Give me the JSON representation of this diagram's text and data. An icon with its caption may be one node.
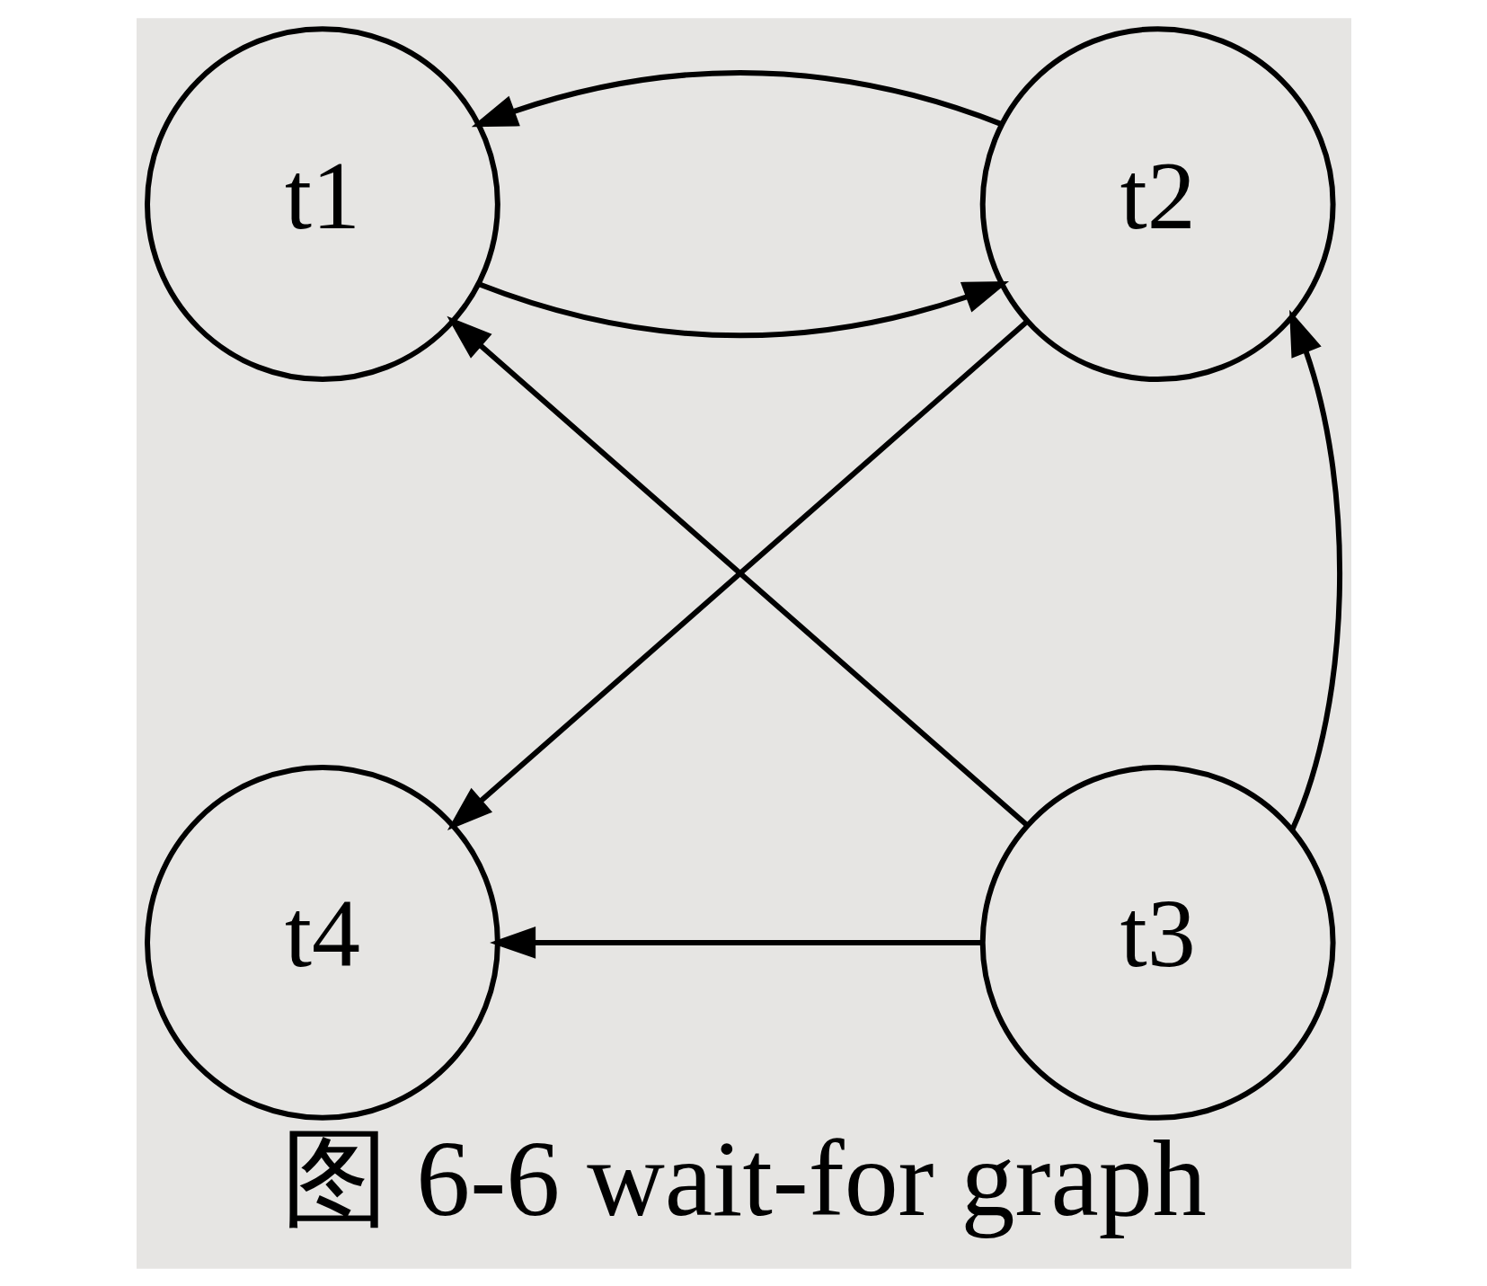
{
  "diagram": {
    "caption": "图 6-6 wait-for graph",
    "nodes": [
      {
        "text": [
          "t1"
        ]
      },
      {
        "text": [
          "t2"
        ]
      },
      {
        "text": [
          "t4"
        ]
      },
      {
        "text": [
          "t3"
        ]
      }
    ],
    "edges": [
      {
        "from": 0,
        "to": 1,
        "arrow": "to"
      },
      {
        "from": 1,
        "to": 0,
        "arrow": "to"
      },
      {
        "from": 3,
        "to": 0,
        "arrow": "to"
      },
      {
        "from": 1,
        "to": 2,
        "arrow": "to"
      },
      {
        "from": 3,
        "to": 1,
        "arrow": "to"
      },
      {
        "from": 3,
        "to": 2,
        "arrow": "to"
      }
    ]
  }
}
